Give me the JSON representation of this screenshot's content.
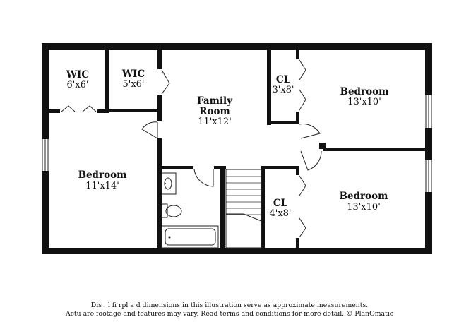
{
  "floorplan": {
    "rooms": [
      {
        "id": "wic-left",
        "name": "WIC",
        "size": "6'x6'"
      },
      {
        "id": "wic-mid",
        "name": "WIC",
        "size": "5'x6'"
      },
      {
        "id": "family-room",
        "name": "Family Room",
        "name_line1": "Family",
        "name_line2": "Room",
        "size": "11'x12'"
      },
      {
        "id": "cl-top",
        "name": "CL",
        "size": "3'x8'"
      },
      {
        "id": "bedroom-top-right",
        "name": "Bedroom",
        "size": "13'x10'"
      },
      {
        "id": "bedroom-left",
        "name": "Bedroom",
        "size": "11'x14'"
      },
      {
        "id": "cl-bottom",
        "name": "CL",
        "size": "4'x8'"
      },
      {
        "id": "bedroom-bottom-right",
        "name": "Bedroom",
        "size": "13'x10'"
      }
    ]
  },
  "disclaimer": {
    "line1": "Dis  .   l  fi  rpl  a   d dimensions in this illustration serve as approximate measurements.",
    "line2": "Actu    are footage and features may vary. Read terms and conditions for more detail. © PlanOmatic"
  }
}
